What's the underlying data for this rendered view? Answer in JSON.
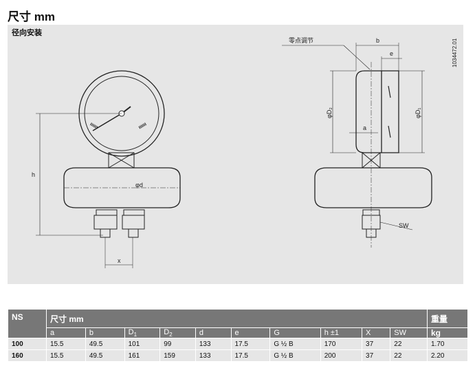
{
  "title": "尺寸 mm",
  "subtitle": "径向安装",
  "drawing": {
    "label_h": "h",
    "label_d": "φd",
    "label_x": "x",
    "label_zero": "零点调节",
    "label_b": "b",
    "label_e": "e",
    "label_a": "a",
    "label_D1": "φD₁",
    "label_D2": "φD₂",
    "label_sw": "SW",
    "drawing_id": "1034472.01"
  },
  "table": {
    "col_ns": "NS",
    "col_dims": "尺寸 mm",
    "col_weight": "重量",
    "col_kg": "kg",
    "subcols": [
      "a",
      "b",
      "D1",
      "D2",
      "d",
      "e",
      "G",
      "h ±1",
      "X",
      "SW"
    ],
    "rows": [
      [
        "100",
        "15.5",
        "49.5",
        "101",
        "99",
        "133",
        "17.5",
        "G ½ B",
        "170",
        "37",
        "22",
        "1.70"
      ],
      [
        "160",
        "15.5",
        "49.5",
        "161",
        "159",
        "133",
        "17.5",
        "G ½ B",
        "200",
        "37",
        "22",
        "2.20"
      ]
    ]
  }
}
